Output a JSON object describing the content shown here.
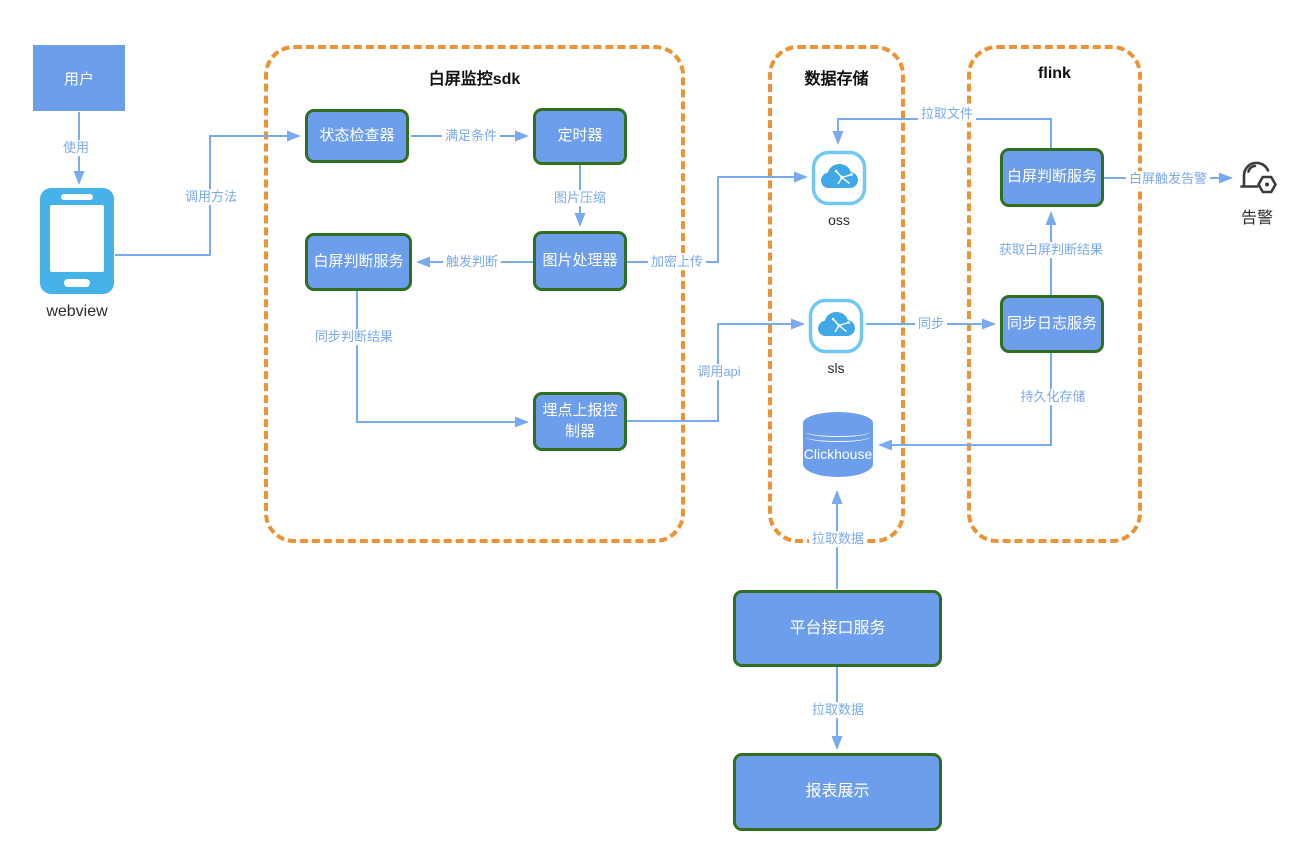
{
  "colors": {
    "container_dash_orange": "#EC9336",
    "node_fill_blue": "#6D9EEB",
    "node_border_green": "#2F6F1F",
    "edge_blue": "#79A9EE",
    "device_icon_blue": "#45B2EA",
    "cloud_icon_border": "#70C9F4",
    "cloud_icon_fill": "#41A8E8",
    "alert_icon_gray": "#3B3B3B"
  },
  "containers": {
    "sdk": {
      "title": "白屏监控sdk"
    },
    "storage": {
      "title": "数据存储"
    },
    "flink": {
      "title": "flink"
    }
  },
  "nodes": {
    "user": {
      "label": "用户"
    },
    "webview": {
      "label": "webview"
    },
    "status_checker": {
      "label": "状态检查器"
    },
    "timer": {
      "label": "定时器"
    },
    "sdk_whitescreen_service": {
      "label": "白屏判断服务"
    },
    "image_processor": {
      "label": "图片处理器"
    },
    "tracking_controller": {
      "label": "埋点上报控制器"
    },
    "oss": {
      "label": "oss"
    },
    "sls": {
      "label": "sls"
    },
    "clickhouse": {
      "label": "Clickhouse"
    },
    "flink_whitescreen_service": {
      "label": "白屏判断服务"
    },
    "sync_log_service": {
      "label": "同步日志服务"
    },
    "alert": {
      "label": "告警"
    },
    "platform_api_service": {
      "label": "平台接口服务"
    },
    "report_display": {
      "label": "报表展示"
    }
  },
  "edges": {
    "use": {
      "label": "使用"
    },
    "call_method": {
      "label": "调用方法"
    },
    "condition_met": {
      "label": "满足条件"
    },
    "image_compress": {
      "label": "图片压缩"
    },
    "trigger_judgment": {
      "label": "触发判断"
    },
    "encrypted_upload": {
      "label": "加密上传"
    },
    "sync_judgment_result": {
      "label": "同步判断结果"
    },
    "call_api": {
      "label": "调用api"
    },
    "pull_file": {
      "label": "拉取文件"
    },
    "sync": {
      "label": "同步"
    },
    "get_whitescreen_result": {
      "label": "获取白屏判断结果"
    },
    "whitescreen_trigger_alert": {
      "label": "白屏触发告警"
    },
    "persistent_storage": {
      "label": "持久化存储"
    },
    "pull_data_to_clickhouse": {
      "label": "拉取数据"
    },
    "pull_data_to_report": {
      "label": "拉取数据"
    }
  }
}
